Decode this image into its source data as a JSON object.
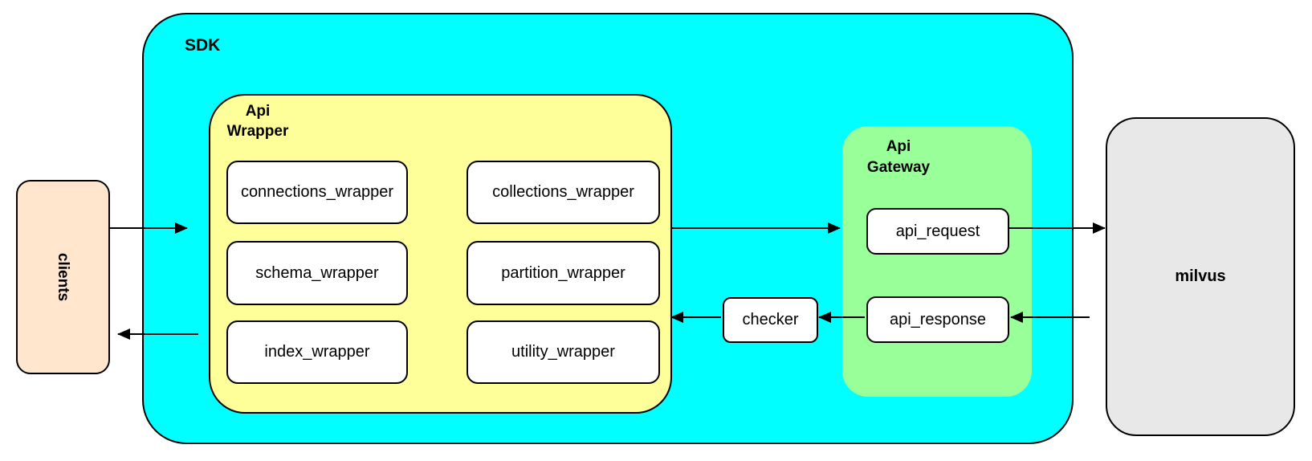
{
  "colors": {
    "sdk_fill": "#00ffff",
    "api_wrapper_fill": "#ffff99",
    "api_gateway_fill": "#99ff99",
    "clients_fill": "#ffe6cc",
    "milvus_fill": "#e8e8e8",
    "leaf_box_fill": "#ffffff",
    "border": "#000000",
    "background": "#ffffff"
  },
  "clients": {
    "label": "clients"
  },
  "sdk": {
    "label": "SDK",
    "api_wrapper": {
      "label": "Api\nWrapper",
      "modules": [
        "connections_wrapper",
        "schema_wrapper",
        "index_wrapper",
        "collections_wrapper",
        "partition_wrapper",
        "utility_wrapper"
      ]
    },
    "checker": {
      "label": "checker"
    },
    "api_gateway": {
      "label": "Api\nGateway",
      "api_request": "api_request",
      "api_response": "api_response"
    }
  },
  "milvus": {
    "label": "milvus"
  },
  "arrows": [
    {
      "from": "clients",
      "to": "sdk",
      "direction": "right"
    },
    {
      "from": "api_wrapper",
      "to": "api_gateway",
      "direction": "right"
    },
    {
      "from": "api_request",
      "to": "milvus",
      "direction": "right"
    },
    {
      "from": "milvus",
      "to": "api_response",
      "direction": "left"
    },
    {
      "from": "api_response",
      "to": "checker",
      "direction": "left"
    },
    {
      "from": "checker",
      "to": "api_wrapper",
      "direction": "left"
    },
    {
      "from": "api_wrapper",
      "to": "clients",
      "direction": "left"
    }
  ]
}
